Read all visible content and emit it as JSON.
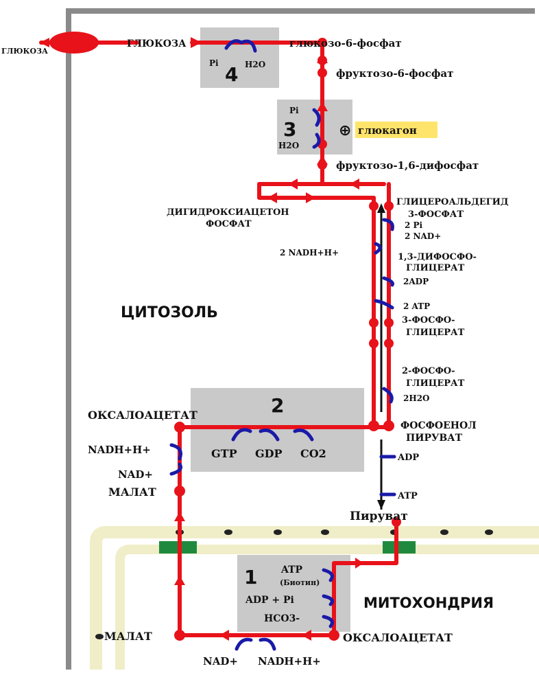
{
  "colors": {
    "pathway": "#e8121a",
    "enzyme_box": "#c9c9c9",
    "cofactor_arrow": "#1a1aa8",
    "glucagon_highlight": "#ffe46b",
    "membrane": "#efeec8",
    "transporter": "#1f8a3e"
  },
  "compartments": {
    "cytosol": "ЦИТОЗОЛЬ",
    "mitochondria": "МИТОХОНДРИЯ"
  },
  "steps": {
    "s1": "1",
    "s2": "2",
    "s3": "3",
    "s4": "4"
  },
  "metabolites": {
    "glucose_out": "ГЛЮКОЗА",
    "glucose": "ГЛЮКОЗА",
    "g6p": "глюкозо-6-фосфат",
    "f6p": "фруктозо-6-фосфат",
    "f16bp": "фруктозо-1,6-дифосфат",
    "dhap_1": "ДИГИДРОКСИАЦЕТОН",
    "dhap_2": "ФОСФАТ",
    "gap_1": "ГЛИЦЕРОАЛЬДЕГИД",
    "gap_2": "3-ФОСФАТ",
    "bpg_1": "1,3-ДИФОСФО-",
    "bpg_2": "ГЛИЦЕРАТ",
    "pg3_1": "3-ФОСФО-",
    "pg3_2": "ГЛИЦЕРАТ",
    "pg2_1": "2-ФОСФО-",
    "pg2_2": "ГЛИЦЕРАТ",
    "pep_1": "ФОСФОЕНОЛ",
    "pep_2": "ПИРУВАТ",
    "pyruvate": "Пируват",
    "oaa_cyto": "ОКСАЛОАЦЕТАТ",
    "malate_cyto": "МАЛАТ",
    "malate_mito": "МАЛАТ",
    "oaa_mito": "ОКСАЛОАЦЕТАТ"
  },
  "regulators": {
    "glucagon": "глюкагон",
    "plus_symbol": "⊕"
  },
  "cofactors": {
    "s4_pi": "Pi",
    "s4_h2o": "H2O",
    "s3_pi": "Pi",
    "s3_h2o": "H2O",
    "gap_2pi": "2 Pi",
    "gap_2nad": "2 NAD+",
    "nadh_2": "2 NADH+H+",
    "adp_2": "2ADP",
    "atp_2": "2 ATP",
    "h2o_2": "2H2O",
    "adp": "ADP",
    "atp": "ATP",
    "gtp": "GTP",
    "gdp": "GDP",
    "co2": "CO2",
    "nadh_c": "NADH+H+",
    "nad_c": "NAD+",
    "s1_atp": "ATP",
    "s1_biotin": "(Биотин)",
    "s1_adp_pi": "ADP + Pi",
    "s1_hco3": "HCO3-",
    "nad_m": "NAD+",
    "nadh_m": "NADH+H+"
  }
}
